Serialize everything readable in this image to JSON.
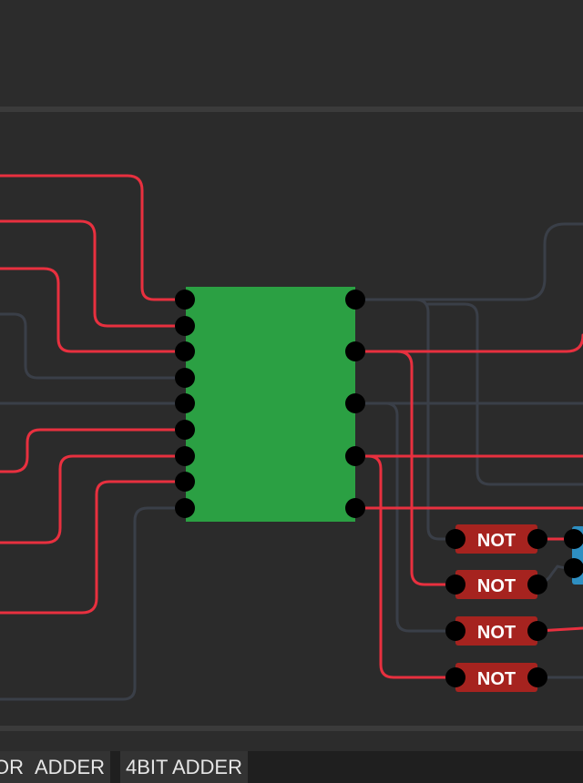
{
  "main_chip": {
    "label": ""
  },
  "not_gates": [
    {
      "label": "NOT"
    },
    {
      "label": "NOT"
    },
    {
      "label": "NOT"
    },
    {
      "label": "NOT"
    }
  ],
  "chip_bar": {
    "items": [
      {
        "label": "OR"
      },
      {
        "label": "ADDER"
      },
      {
        "label": "4BIT ADDER"
      }
    ]
  },
  "colors": {
    "wire_on": "#e8303f",
    "wire_off": "#3a3f48",
    "main_chip": "#2ba043",
    "not_gate": "#a6231f",
    "pin": "#000000",
    "partial_chip": "#2e8fc2"
  }
}
